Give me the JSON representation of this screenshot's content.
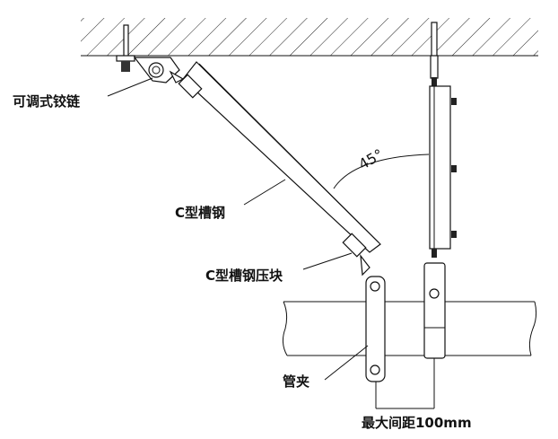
{
  "diagram": {
    "labels": {
      "hinge": "可调式铰链",
      "channel": "C型槽钢",
      "channel_clamp_block": "C型槽钢压块",
      "pipe_clamp": "管夹",
      "angle": "45°",
      "max_spacing": "最大间距100mm"
    },
    "colors": {
      "line": "#111111",
      "background": "#ffffff"
    }
  }
}
